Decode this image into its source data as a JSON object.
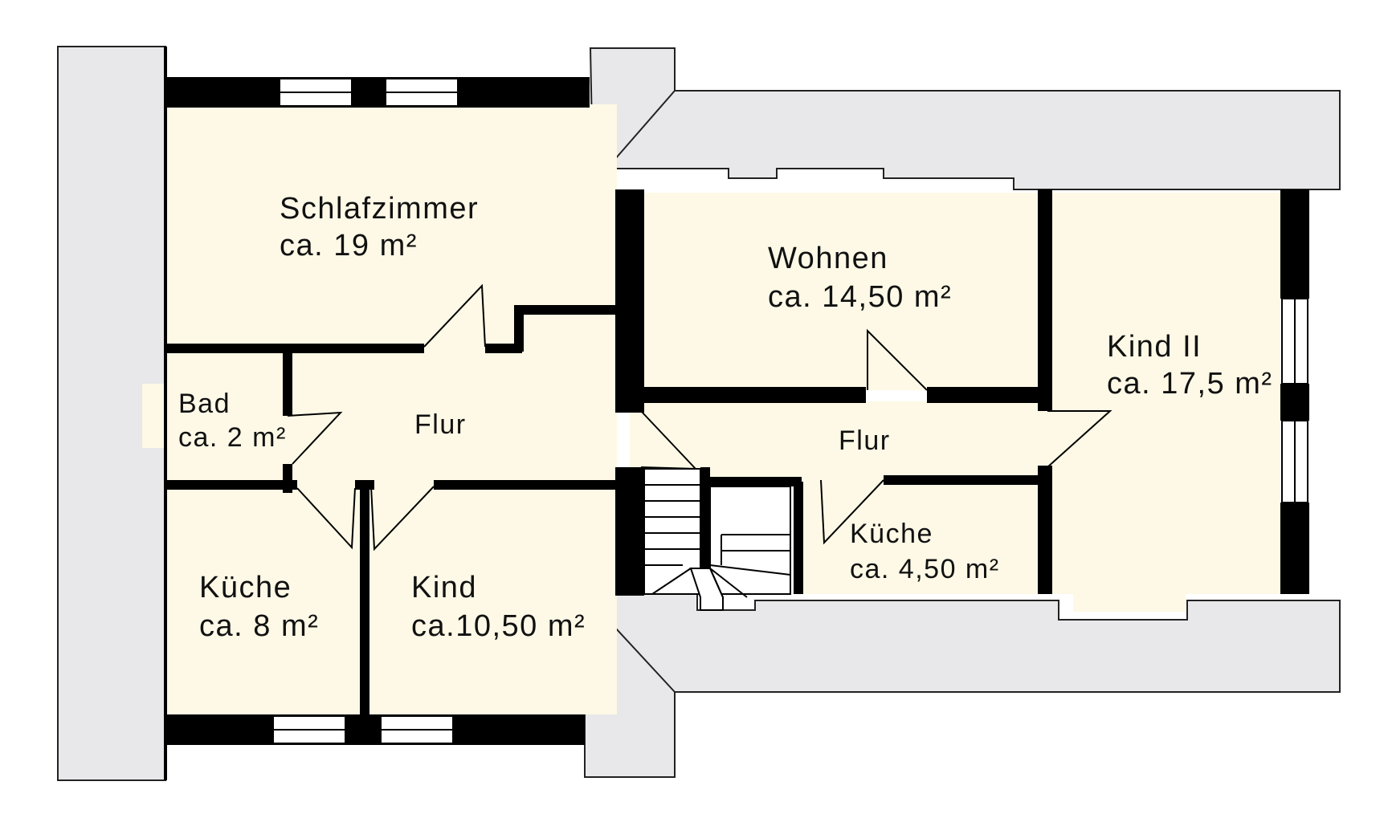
{
  "colors": {
    "room_fill": "#fdf9e6",
    "roof_fill": "#e8e8ea",
    "wall": "#000000",
    "window": "#ffffff"
  },
  "rooms": {
    "schlafzimmer": {
      "name": "Schlafzimmer",
      "area": "ca. 19 m²"
    },
    "bad": {
      "name": "Bad",
      "area": "ca. 2 m²"
    },
    "flur_left": {
      "name": "Flur"
    },
    "kueche_left": {
      "name": "Küche",
      "area": "ca. 8 m²"
    },
    "kind": {
      "name": "Kind",
      "area": "ca.10,50 m²"
    },
    "wohnen": {
      "name": "Wohnen",
      "area": "ca. 14,50 m²"
    },
    "flur_right": {
      "name": "Flur"
    },
    "kueche_right": {
      "name": "Küche",
      "area": "ca. 4,50 m²"
    },
    "kind_2": {
      "name": "Kind II",
      "area": "ca. 17,5 m²"
    }
  }
}
